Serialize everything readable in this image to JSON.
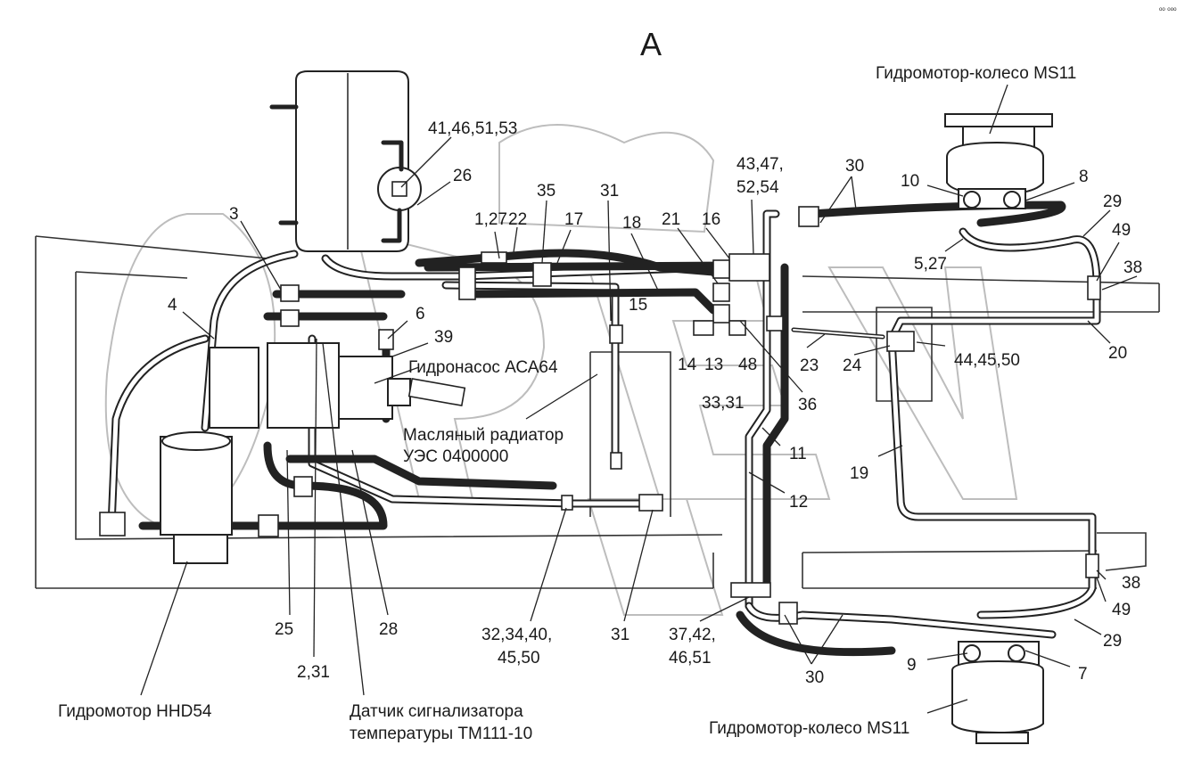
{
  "header": {
    "view_letter": "А",
    "corner_mark": "ᵒᵒ ᵒᵒᵒ"
  },
  "components": {
    "wheel_motor_top": "Гидромотор-колесо MS11",
    "wheel_motor_bottom": "Гидромотор-колесо MS11",
    "pump": "Гидронасос АСА64",
    "radiator_line1": "Масляный радиатор",
    "radiator_line2": "УЭС 0400000",
    "motor": "Гидромотор HHD54",
    "sensor_line1": "Датчик сигнализатора",
    "sensor_line2": "температуры ТМ111-10"
  },
  "callouts": {
    "c1": "41,46,51,53",
    "c2": "26",
    "c3": "3",
    "c4": "4",
    "c5": "6",
    "c6": "39",
    "c7": "1,27",
    "c8": "22",
    "c9": "35",
    "c10": "17",
    "c11": "31",
    "c12": "18",
    "c13": "15",
    "c14": "21",
    "c15": "16",
    "c16": "43,47,",
    "c17": "52,54",
    "c18": "30",
    "c19": "10",
    "c20": "8",
    "c21": "29",
    "c22": "49",
    "c23": "38",
    "c24": "5,27",
    "c25": "14",
    "c26": "13",
    "c27": "48",
    "c28": "23",
    "c29": "24",
    "c30": "44,45,50",
    "c31": "20",
    "c32": "33,31",
    "c33": "36",
    "c34": "11",
    "c35": "19",
    "c36": "12",
    "c37": "25",
    "c38": "28",
    "c39": "2,31",
    "c40": "32,34,40,",
    "c41": "45,50",
    "c42": "31",
    "c43": "37,42,",
    "c44": "46,51",
    "c45": "30",
    "c46": "38",
    "c47": "49",
    "c48": "29",
    "c49": "9",
    "c50": "7"
  }
}
